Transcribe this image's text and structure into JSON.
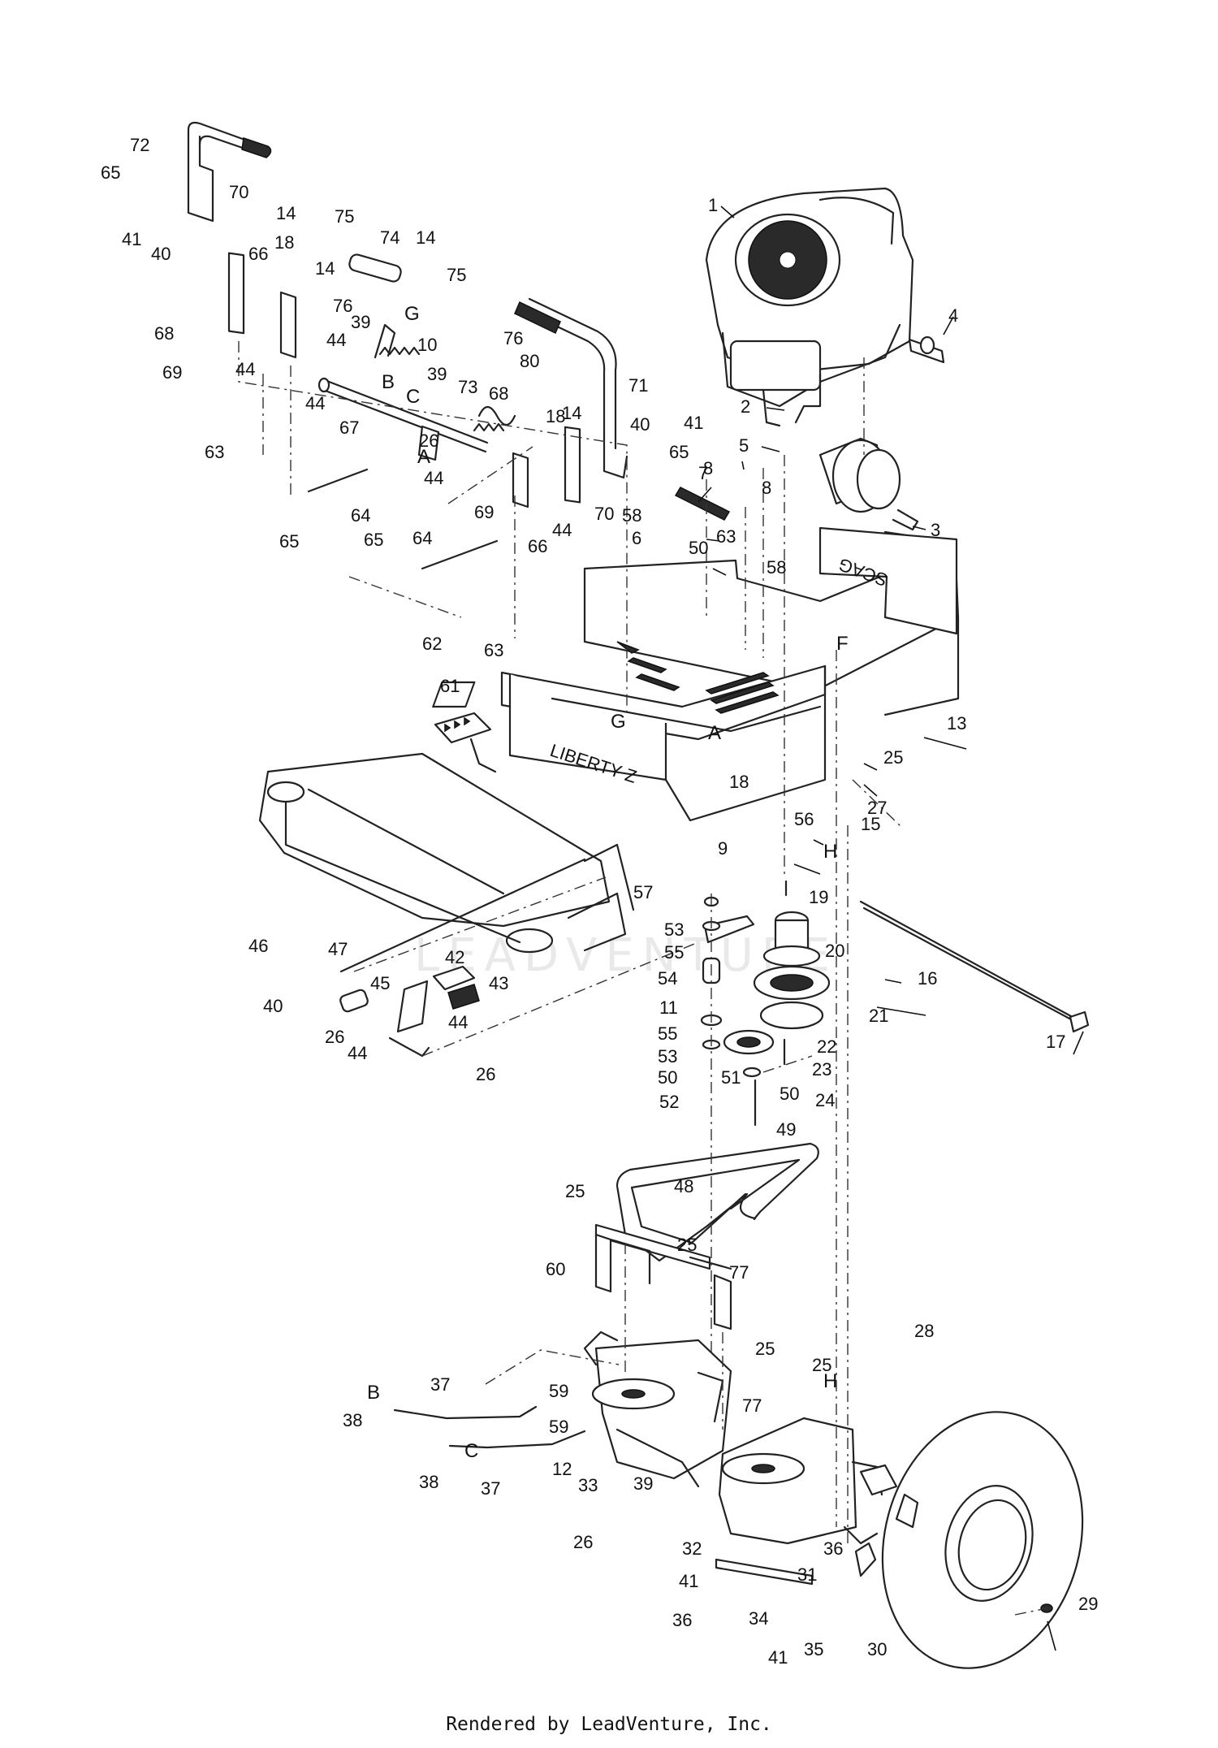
{
  "footer": "Rendered by LeadVenture, Inc.",
  "watermark": "LEADVENTURE",
  "brand_text": "SCAG",
  "model_text": "LIBERTY Z",
  "callouts": [
    "1",
    "2",
    "3",
    "4",
    "5",
    "6",
    "7",
    "8",
    "8",
    "9",
    "10",
    "11",
    "12",
    "13",
    "14",
    "14",
    "14",
    "14",
    "15",
    "16",
    "17",
    "18",
    "18",
    "18",
    "19",
    "20",
    "21",
    "22",
    "23",
    "24",
    "25",
    "25",
    "25",
    "25",
    "25",
    "26",
    "26",
    "26",
    "26",
    "27",
    "28",
    "29",
    "30",
    "31",
    "32",
    "33",
    "34",
    "35",
    "36",
    "36",
    "37",
    "37",
    "38",
    "38",
    "39",
    "39",
    "39",
    "40",
    "40",
    "40",
    "41",
    "41",
    "41",
    "41",
    "42",
    "43",
    "44",
    "44",
    "44",
    "44",
    "44",
    "44",
    "44",
    "45",
    "46",
    "47",
    "48",
    "49",
    "50",
    "50",
    "50",
    "51",
    "52",
    "53",
    "53",
    "54",
    "55",
    "55",
    "56",
    "57",
    "58",
    "58",
    "59",
    "59",
    "60",
    "61",
    "62",
    "63",
    "63",
    "63",
    "64",
    "64",
    "65",
    "65",
    "65",
    "65",
    "66",
    "66",
    "67",
    "68",
    "68",
    "69",
    "69",
    "70",
    "70",
    "71",
    "72",
    "73",
    "74",
    "75",
    "75",
    "76",
    "76",
    "77",
    "77",
    "80"
  ],
  "reference_letters": [
    "A",
    "A",
    "B",
    "B",
    "C",
    "C",
    "F",
    "G",
    "G",
    "H",
    "H"
  ]
}
